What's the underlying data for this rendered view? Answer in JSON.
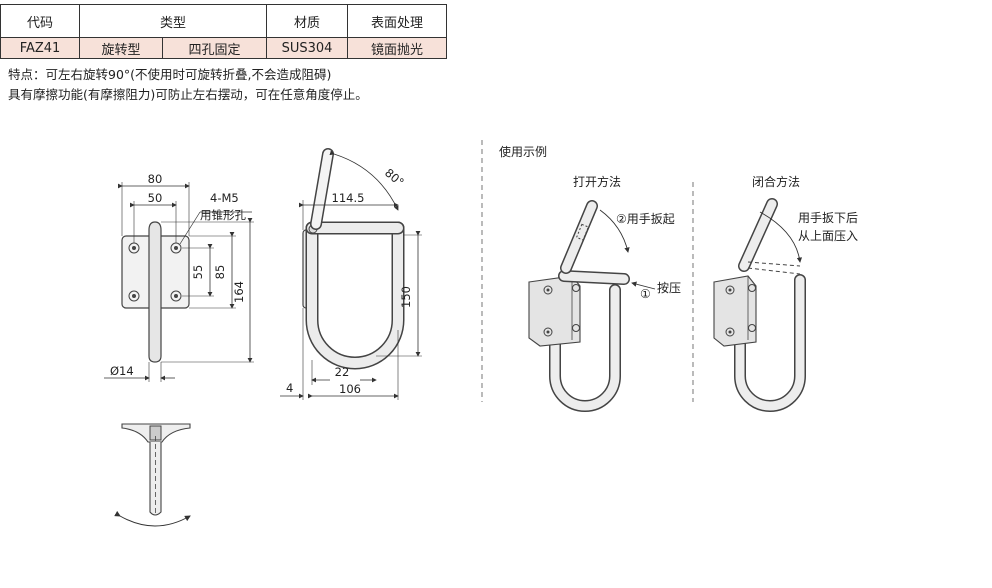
{
  "spec_table": {
    "headers": [
      "代码",
      "类型",
      "材质",
      "表面处理"
    ],
    "row": {
      "code": "FAZ41",
      "type_a": "旋转型",
      "type_b": "四孔固定",
      "material": "SUS304",
      "finish": "镜面抛光"
    }
  },
  "notes": [
    "特点：可左右旋转90°(不使用时可旋转折叠,不会造成阻碍)",
    "具有摩擦功能(有摩擦阻力)可防止左右摆动，可在任意角度停止。"
  ],
  "front_view": {
    "dim_80": "80",
    "dim_50": "50",
    "hole_label_1": "4-M5",
    "hole_label_2": "用锥形孔",
    "dim_55": "55",
    "dim_85": "85",
    "dim_164": "164",
    "dim_d14": "Ø14"
  },
  "side_view": {
    "angle": "80°",
    "dim_114_5": "114.5",
    "dim_150": "150",
    "dim_22": "22",
    "dim_4": "4",
    "dim_106": "106"
  },
  "usage": {
    "title": "使用示例",
    "open_title": "打开方法",
    "close_title": "闭合方法",
    "step2": "②用手扳起",
    "step1_num": "①",
    "step1_text": "按压",
    "close_line1": "用手扳下后",
    "close_line2": "从上面压入"
  }
}
